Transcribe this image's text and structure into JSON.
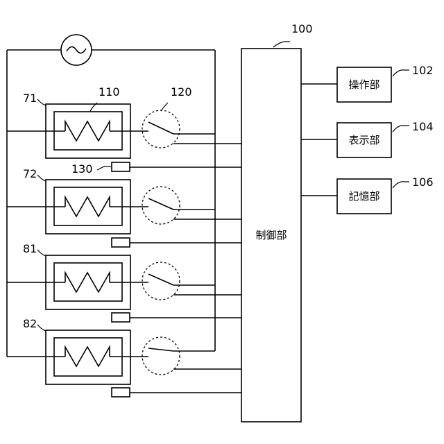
{
  "controller": {
    "ref": "100",
    "label": "制御部"
  },
  "peripherals": [
    {
      "ref": "102",
      "label": "操作部"
    },
    {
      "ref": "104",
      "label": "表示部"
    },
    {
      "ref": "106",
      "label": "記憶部"
    }
  ],
  "units": [
    {
      "ref": "71"
    },
    {
      "ref": "72"
    },
    {
      "ref": "81"
    },
    {
      "ref": "82"
    }
  ],
  "callouts": {
    "heater": "110",
    "switch": "120",
    "sensor": "130"
  }
}
